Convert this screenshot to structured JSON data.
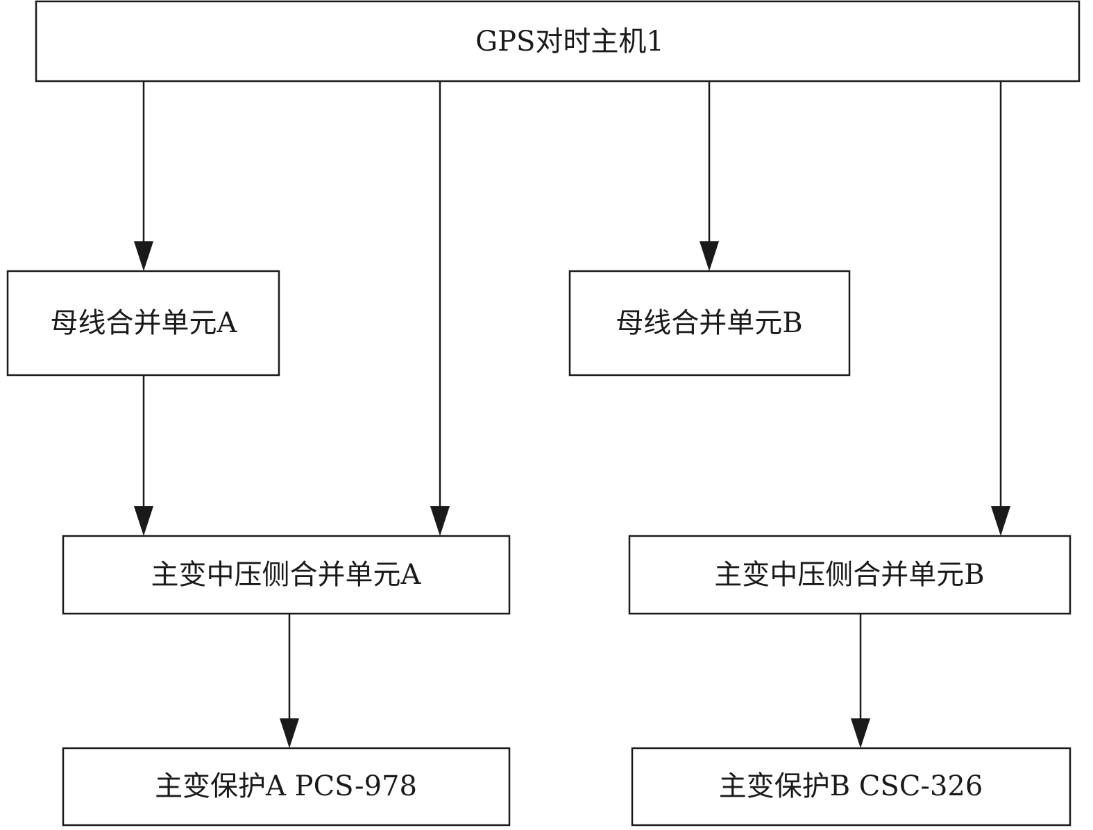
{
  "diagram": {
    "nodes": {
      "gps": {
        "label": "GPS对时主机1"
      },
      "bus_a": {
        "label": "母线合并单元A"
      },
      "bus_b": {
        "label": "母线合并单元B"
      },
      "mv_a": {
        "label": "主变中压侧合并单元A"
      },
      "mv_b": {
        "label": "主变中压侧合并单元B"
      },
      "prot_a": {
        "label": "主变保护A PCS-978"
      },
      "prot_b": {
        "label": "主变保护B CSC-326"
      }
    },
    "edges": [
      {
        "from": "gps",
        "to": "bus_a"
      },
      {
        "from": "gps",
        "to": "mv_a"
      },
      {
        "from": "gps",
        "to": "bus_b"
      },
      {
        "from": "gps",
        "to": "mv_b"
      },
      {
        "from": "bus_a",
        "to": "mv_a"
      },
      {
        "from": "mv_a",
        "to": "prot_a"
      },
      {
        "from": "mv_b",
        "to": "prot_b"
      }
    ],
    "colors": {
      "stroke": "#1a1a1a",
      "fill": "#ffffff"
    }
  }
}
